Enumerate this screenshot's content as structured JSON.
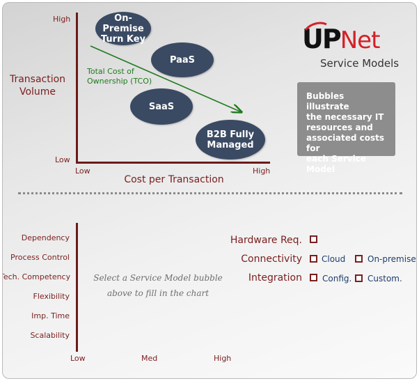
{
  "chart": {
    "y_high": "High",
    "y_low": "Low",
    "x_low": "Low",
    "x_high": "High",
    "y_title_line1": "Transaction",
    "y_title_line2": "Volume",
    "x_title": "Cost per Transaction",
    "tco_line1": "Total Cost of",
    "tco_line2": "Ownership (TCO)"
  },
  "bubbles": {
    "onprem_line1": "On-Premise",
    "onprem_line2": "Turn Key",
    "paas": "PaaS",
    "saas": "SaaS",
    "b2b_line1": "B2B Fully",
    "b2b_line2": "Managed"
  },
  "logo": {
    "up": "UP",
    "net": "Net",
    "subtitle": "Service Models"
  },
  "info": {
    "line1": "Bubbles illustrate",
    "line2": "the necessary IT",
    "line3": "resources and",
    "line4": "associated costs for",
    "line5": "each Service Model"
  },
  "attributes": {
    "rows": [
      "Dependency",
      "Process Control",
      "Tech. Competency",
      "Flexibility",
      "Imp. Time",
      "Scalability"
    ],
    "x_low": "Low",
    "x_med": "Med",
    "x_high": "High",
    "placeholder_line1": "Select a Service Model bubble",
    "placeholder_line2": "above to fill in the chart"
  },
  "requirements": {
    "hardware": "Hardware Req.",
    "connectivity": "Connectivity",
    "integration": "Integration",
    "cloud": "Cloud",
    "on_premise": "On-premise",
    "config": "Config.",
    "custom": "Custom."
  },
  "colors": {
    "axis": "#6b1a1a",
    "bubble": "#3b4a63",
    "tco_arrow": "#1f7a1f",
    "label_red": "#7a1e1e",
    "option_blue": "#1e3d6b"
  }
}
